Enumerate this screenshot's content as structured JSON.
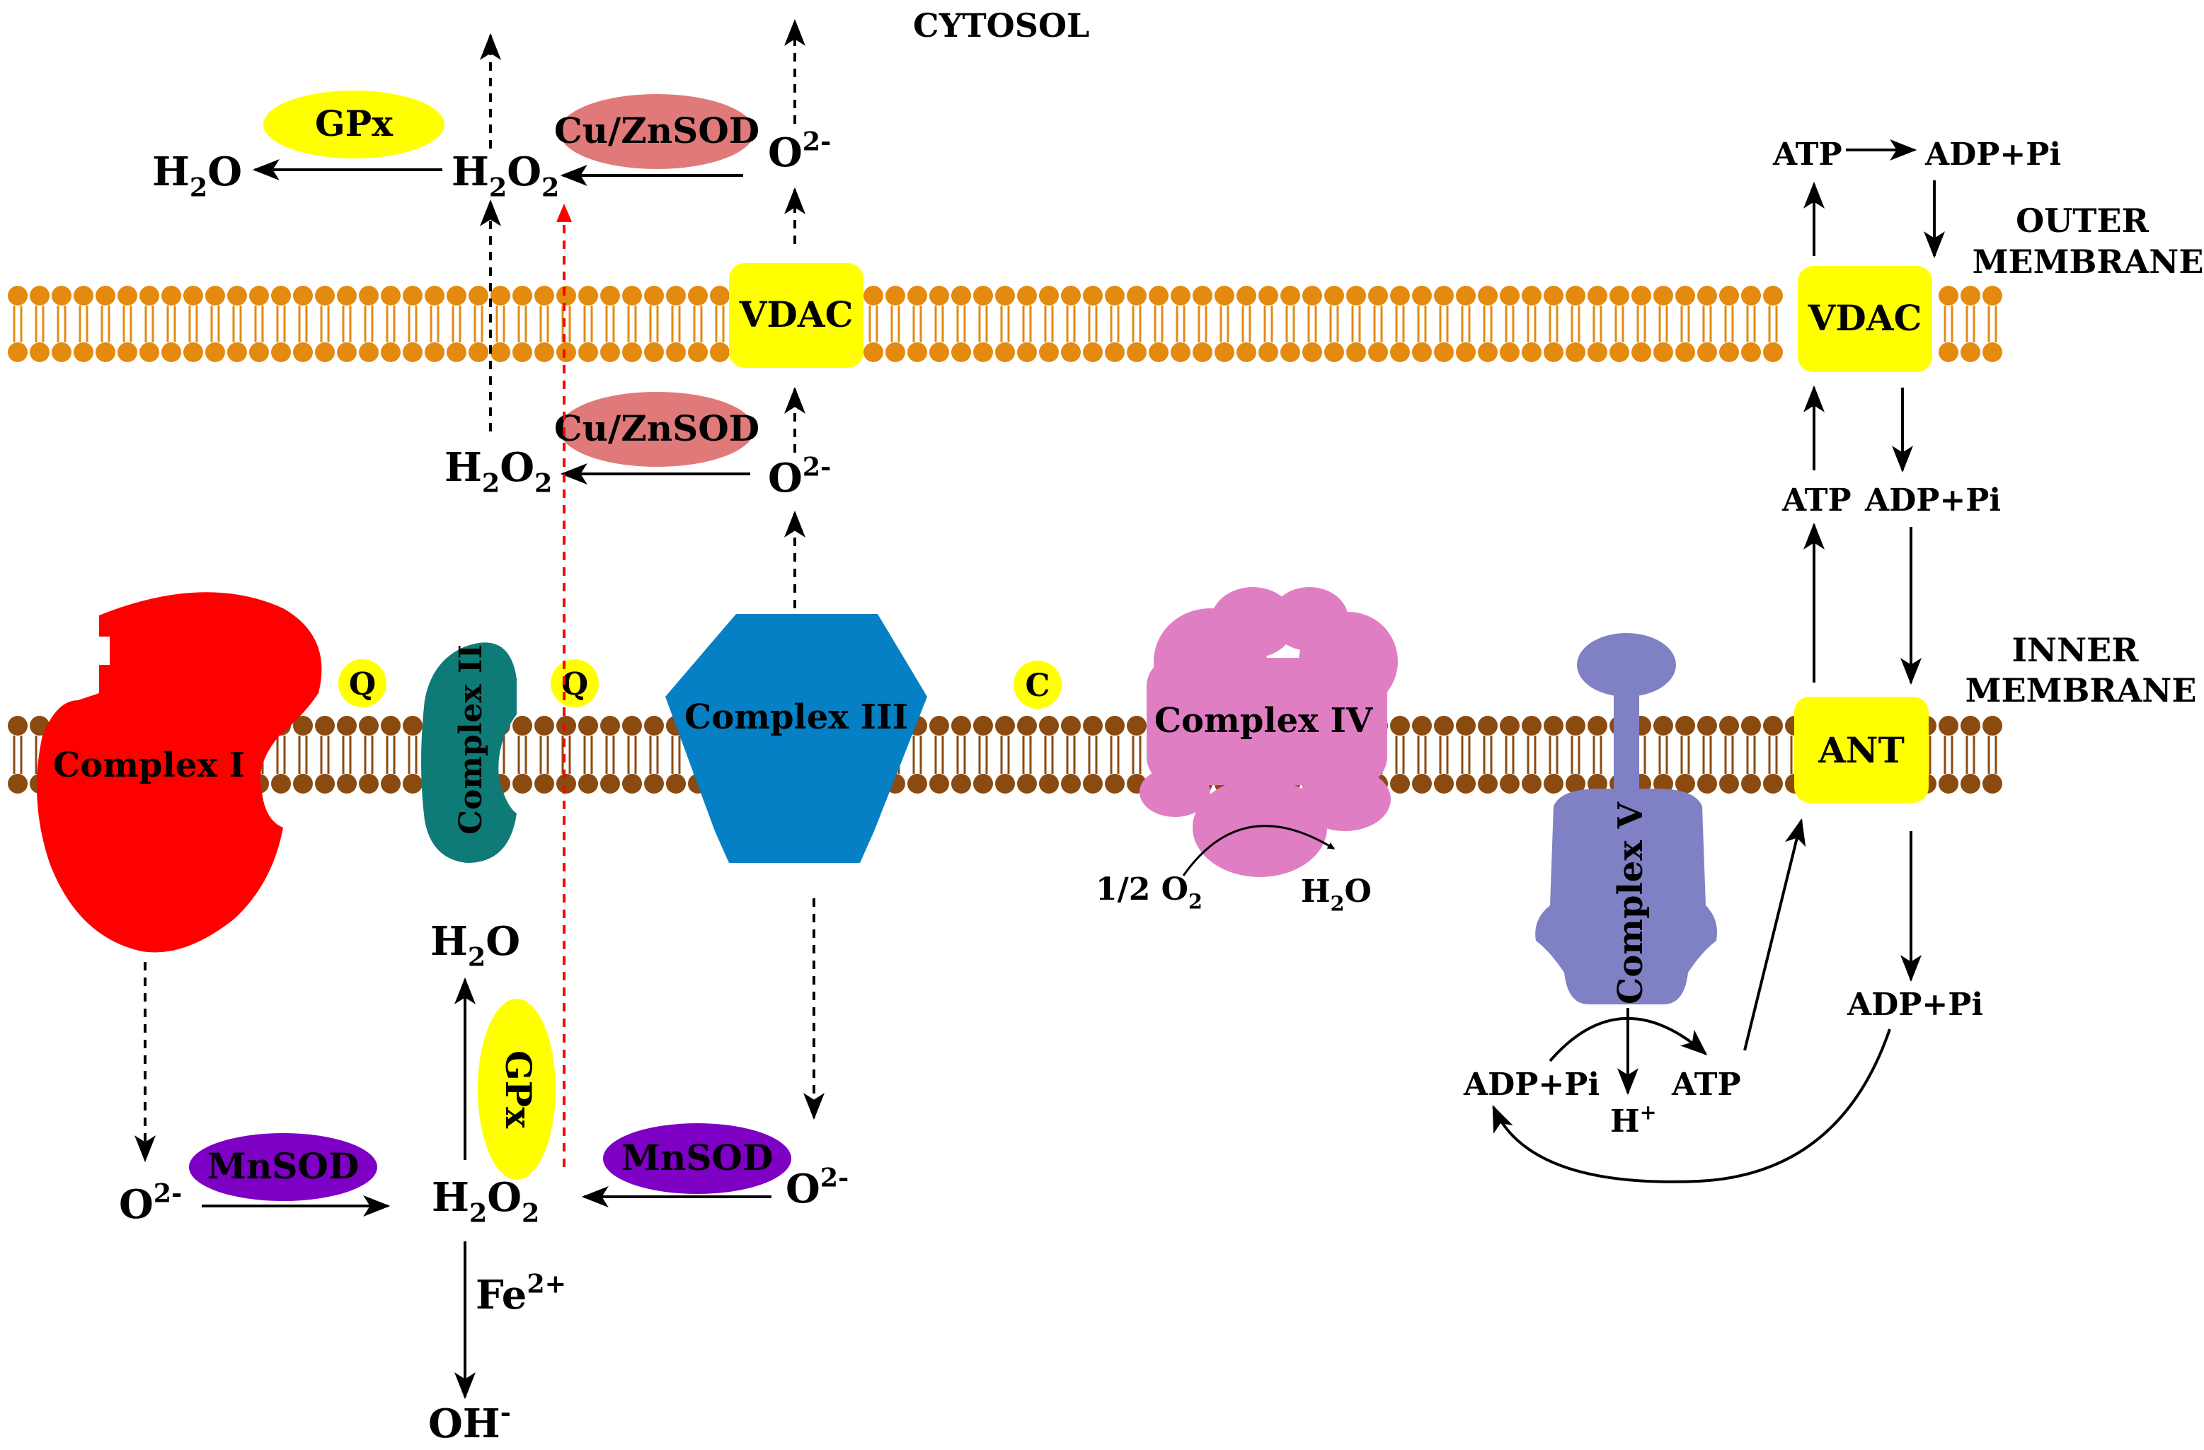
{
  "regions": {
    "cytosol": "CYTOSOL",
    "outer_membrane": [
      "OUTER",
      "MEMBRANE"
    ],
    "inner_membrane": [
      "INNER",
      "MEMBRANE"
    ]
  },
  "enzymes": {
    "gpx_top": "GPx",
    "cuznsod_top": "Cu/ZnSOD",
    "cuznsod_mid": "Cu/ZnSOD",
    "vdac_left": "VDAC",
    "vdac_right": "VDAC",
    "ant": "ANT",
    "mnsod_left": "MnSOD",
    "mnsod_right": "MnSOD",
    "gpx_bottom": "GPx"
  },
  "complexes": {
    "c1": "Complex I",
    "c2": "Complex II",
    "c3": "Complex III",
    "c4": "Complex IV",
    "c5": "Complex V"
  },
  "carriers": {
    "q1": "Q",
    "q2": "Q",
    "c": "C"
  },
  "species": {
    "h2o_top": "H2O",
    "h2o2_top": "H2O2",
    "o2_top": "O2-",
    "h2o2_mid": "H2O2",
    "o2_mid": "O2-",
    "h2o_bottom": "H2O",
    "h2o2_bottom": "H2O2",
    "o2_bottom_left": "O2-",
    "o2_bottom_right": "O2-",
    "fe": "Fe2+",
    "oh": "OH-",
    "half_o2": "1/2 O2",
    "h2o_c4": "H2O",
    "h_plus": "H+"
  },
  "atp_cycle": {
    "atp_top": "ATP",
    "adppi_top": "ADP+Pi",
    "atp_mid": "ATP",
    "adppi_mid": "ADP+Pi",
    "adppi_low": "ADP+Pi",
    "adppi_c5": "ADP+Pi",
    "atp_c5": "ATP"
  },
  "colors": {
    "outer_lipid": "#e38a0f",
    "inner_lipid": "#8b4a10",
    "complex1": "#ff0000",
    "complex2": "#0f7b76",
    "complex3": "#0580c4",
    "complex4": "#e07ec4",
    "complex5": "#8080c4",
    "yellow": "#ffff00",
    "cuznsod": "#e07a7a",
    "mnsod": "#7d00c4",
    "red_path": "#ff0000"
  }
}
